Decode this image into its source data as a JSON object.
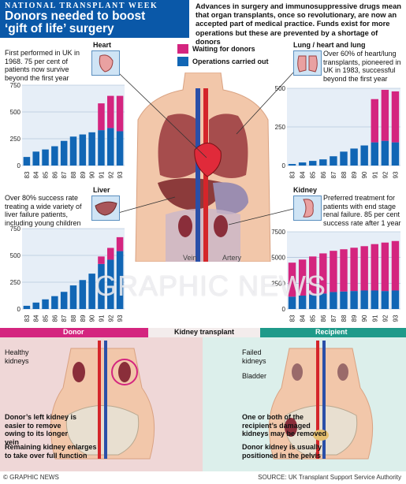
{
  "header": {
    "kicker": "NATIONAL TRANSPLANT WEEK",
    "title_line1": "Donors needed to boost",
    "title_line2": "‘gift of life’ surgery",
    "intro": "Advances in surgery and immunosuppressive drugs mean that organ transplants, once so revolutionary, are now an accepted part of medical practice. Funds exist for more operations but these are prevented by a shortage of donors"
  },
  "legend": {
    "waiting": "Waiting for donors",
    "operations": "Operations carried out"
  },
  "colors": {
    "waiting": "#d4257f",
    "operations": "#1166b5",
    "brand": "#0a58a8"
  },
  "organs": {
    "heart": {
      "title": "Heart",
      "note": "First performed in UK in 1968. 75 per cent of patients now survive beyond the first year"
    },
    "lung": {
      "title": "Lung / heart and lung",
      "note": "Over 60% of heart/lung transplants, pioneered in UK in 1983, successful beyond the first year"
    },
    "liver": {
      "title": "Liver",
      "note": "Over 80% success rate treating a wide variety of liver failure patients, including young children"
    },
    "kidney": {
      "title": "Kidney",
      "note": "Preferred treatment for patients with end stage renal failure. 85 per cent success rate after 1 year"
    }
  },
  "figure": {
    "vein": "Vein",
    "artery": "Artery",
    "watermark": "GRAPHIC NEWS"
  },
  "chart_data": [
    {
      "id": "heart",
      "type": "bar",
      "categories": [
        "83",
        "84",
        "85",
        "86",
        "87",
        "88",
        "89",
        "90",
        "91",
        "92",
        "93"
      ],
      "yticks": [
        0,
        250,
        500,
        750
      ],
      "ylim": [
        0,
        750
      ],
      "series": [
        {
          "name": "Operations carried out",
          "values": [
            80,
            130,
            150,
            180,
            230,
            270,
            290,
            310,
            330,
            350,
            320
          ]
        },
        {
          "name": "Waiting for donors",
          "values": [
            0,
            0,
            0,
            0,
            0,
            0,
            0,
            0,
            250,
            300,
            330
          ]
        }
      ]
    },
    {
      "id": "lung",
      "type": "bar",
      "categories": [
        "83",
        "84",
        "85",
        "86",
        "87",
        "88",
        "89",
        "90",
        "91",
        "92",
        "93"
      ],
      "yticks": [
        0,
        250,
        500
      ],
      "ylim": [
        0,
        500
      ],
      "series": [
        {
          "name": "Operations carried out",
          "values": [
            10,
            20,
            30,
            40,
            60,
            90,
            110,
            130,
            150,
            160,
            150
          ]
        },
        {
          "name": "Waiting for donors",
          "values": [
            0,
            0,
            0,
            0,
            0,
            0,
            0,
            0,
            280,
            330,
            330
          ]
        }
      ]
    },
    {
      "id": "liver",
      "type": "bar",
      "categories": [
        "83",
        "84",
        "85",
        "86",
        "87",
        "88",
        "89",
        "90",
        "91",
        "92",
        "93"
      ],
      "yticks": [
        0,
        250,
        500,
        750
      ],
      "ylim": [
        0,
        750
      ],
      "series": [
        {
          "name": "Operations carried out",
          "values": [
            30,
            60,
            90,
            120,
            160,
            220,
            270,
            330,
            420,
            460,
            540
          ]
        },
        {
          "name": "Waiting for donors",
          "values": [
            0,
            0,
            0,
            0,
            0,
            0,
            0,
            0,
            70,
            110,
            130
          ]
        }
      ]
    },
    {
      "id": "kidney",
      "type": "bar",
      "categories": [
        "83",
        "84",
        "85",
        "86",
        "87",
        "88",
        "89",
        "90",
        "91",
        "92",
        "93"
      ],
      "yticks": [
        0,
        2500,
        5000,
        7500
      ],
      "ylim": [
        0,
        7500
      ],
      "series": [
        {
          "name": "Operations carried out",
          "values": [
            1200,
            1300,
            1400,
            1500,
            1650,
            1700,
            1750,
            1800,
            1800,
            1750,
            1800
          ]
        },
        {
          "name": "Waiting for donors",
          "values": [
            3300,
            3500,
            3700,
            3900,
            4000,
            4100,
            4200,
            4300,
            4500,
            4700,
            4800
          ]
        }
      ]
    }
  ],
  "bottom": {
    "donor": "Donor",
    "middle": "Kidney transplant",
    "recipient": "Recipient",
    "healthy_kidneys": "Healthy kidneys",
    "failed_kidneys": "Failed kidneys",
    "bladder": "Bladder",
    "donor_note1": "Donor’s left kidney is easier to remove owing to its longer vein",
    "donor_note2": "Remaining kidney enlarges to take over full function",
    "recip_note1": "One or both of the recipient’s damaged kidneys may be removed",
    "recip_note2": "Donor kidney is usually positioned in the pelvis"
  },
  "footer": {
    "credit": "© GRAPHIC NEWS",
    "source": "SOURCE: UK Transplant Support Service Authority"
  }
}
